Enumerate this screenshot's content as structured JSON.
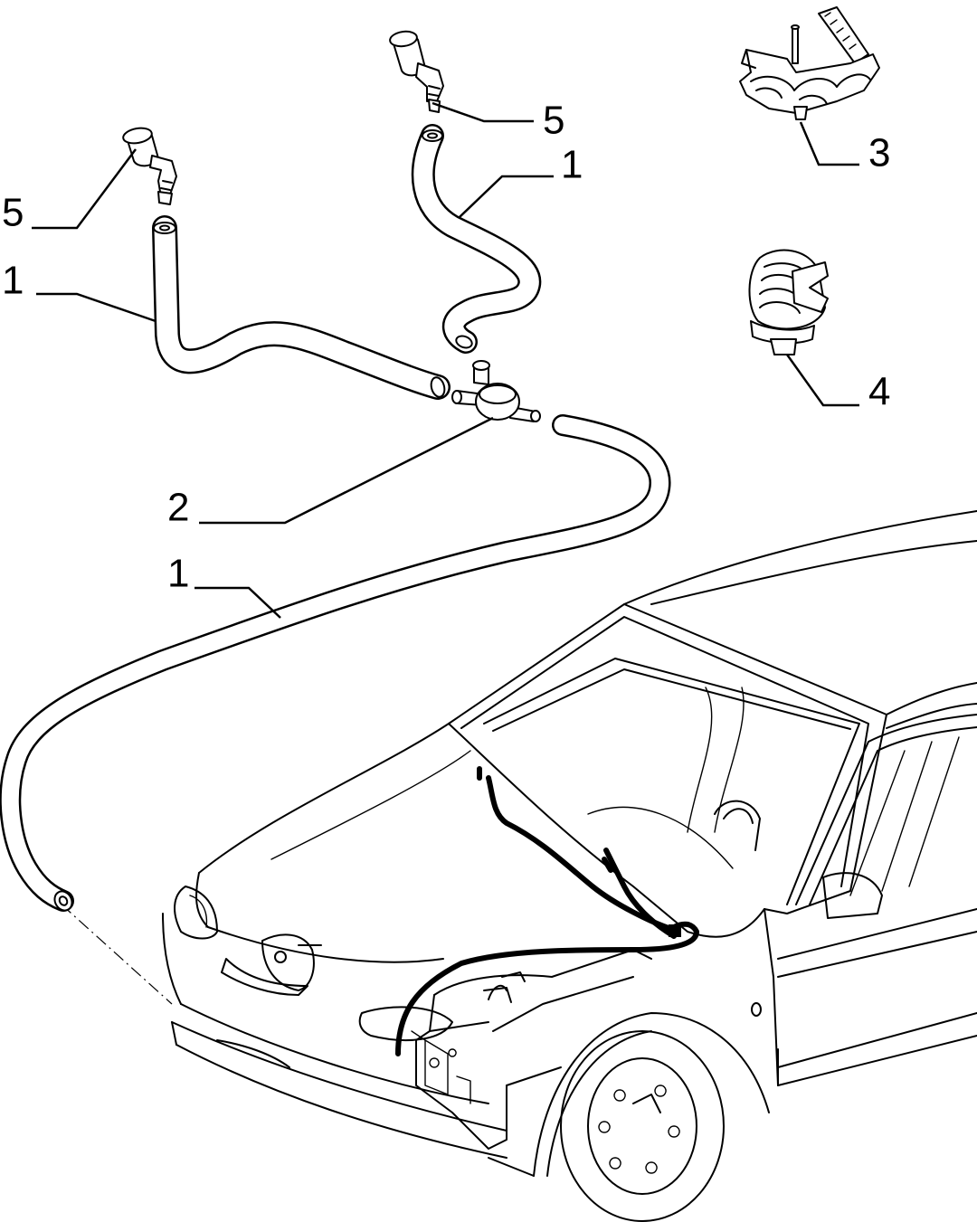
{
  "diagram": {
    "callouts": [
      {
        "id": "nozzle-right",
        "label": "5"
      },
      {
        "id": "nozzle-left",
        "label": "5"
      },
      {
        "id": "hose-right",
        "label": "1"
      },
      {
        "id": "hose-left",
        "label": "1"
      },
      {
        "id": "hose-main",
        "label": "1"
      },
      {
        "id": "connector",
        "label": "2"
      },
      {
        "id": "clip-multi",
        "label": "3"
      },
      {
        "id": "clip-single",
        "label": "4"
      }
    ],
    "colors": {
      "line": "#000000",
      "background": "#ffffff"
    }
  }
}
